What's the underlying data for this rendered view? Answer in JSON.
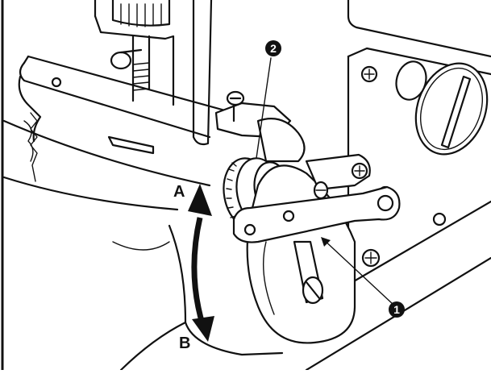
{
  "labels": {
    "A": "A",
    "B": "B",
    "callout_1": "1",
    "callout_2": "2"
  },
  "colors": {
    "line": "#111111",
    "background": "#ffffff",
    "badge_fill": "#111111",
    "badge_text": "#ffffff"
  }
}
